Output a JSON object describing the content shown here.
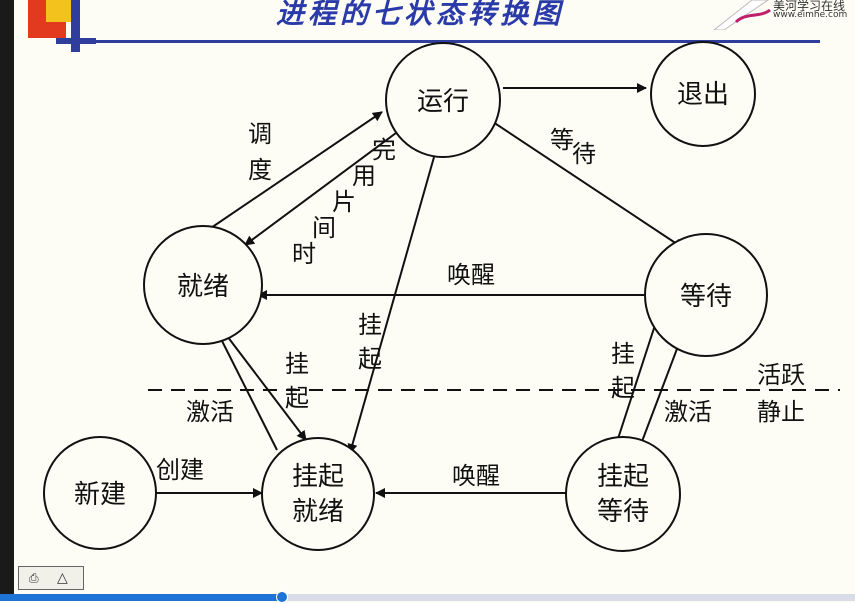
{
  "title": "进程的七状态转换图",
  "logo": {
    "name": "美河学习在线",
    "url": "www.eimhe.com"
  },
  "states": {
    "running": "运行",
    "exit": "退出",
    "ready": "就绪",
    "waiting": "等待",
    "new": "新建",
    "suspended_ready": [
      "挂起",
      "就绪"
    ],
    "suspended_waiting": [
      "挂起",
      "等待"
    ]
  },
  "transitions": {
    "dispatch": "调度",
    "timeslice": "时间片用完",
    "wait": "等待",
    "wakeup_top": "唤醒",
    "wakeup_bottom": "唤醒",
    "suspend_running": "挂起",
    "suspend_ready": "挂起",
    "suspend_waiting": "挂起",
    "activate_ready": "激活",
    "activate_waiting": "激活",
    "create": "创建"
  },
  "divider": {
    "active": "活跃",
    "static": "静止"
  },
  "player": {
    "progress": 0.33
  },
  "colors": {
    "accent": "#2a3aa8",
    "progress": "#1d73d6"
  }
}
